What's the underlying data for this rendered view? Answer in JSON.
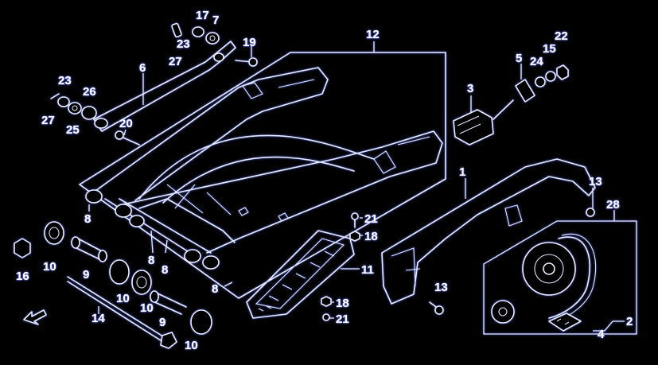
{
  "callouts": {
    "c1": "1",
    "c2": "2",
    "c3": "3",
    "c4": "4",
    "c5": "5",
    "c6": "6",
    "c7": "7",
    "c8a": "8",
    "c8b": "8",
    "c8c": "8",
    "c8d": "8",
    "c9a": "9",
    "c9b": "9",
    "c10a": "10",
    "c10b": "10",
    "c10c": "10",
    "c10d": "10",
    "c11": "11",
    "c12": "12",
    "c13a": "13",
    "c13b": "13",
    "c14": "14",
    "c15": "15",
    "c16": "16",
    "c17": "17",
    "c18a": "18",
    "c18b": "18",
    "c19": "19",
    "c20": "20",
    "c21a": "21",
    "c21b": "21",
    "c22": "22",
    "c23a": "23",
    "c23b": "23",
    "c24": "24",
    "c25": "25",
    "c26": "26",
    "c27a": "27",
    "c27b": "27",
    "c28": "28"
  },
  "colors": {
    "background": "#000000",
    "linework": "#e8ecff",
    "glow": "#5c6bff"
  }
}
